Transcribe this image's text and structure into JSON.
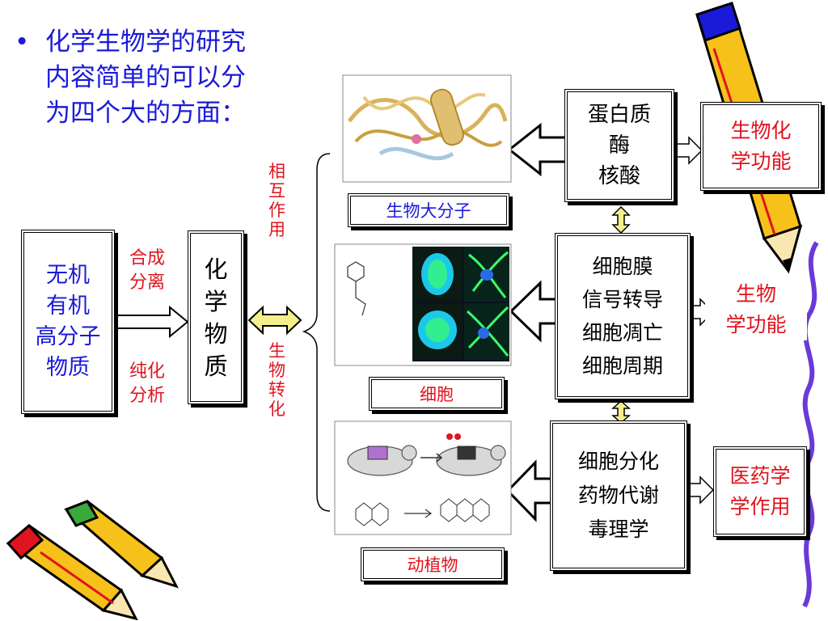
{
  "intro": {
    "bullet": "•",
    "lines": [
      "化学生物学的研究",
      "内容简单的可以分",
      "为四个大的方面："
    ]
  },
  "source": {
    "lines": [
      "无机",
      "有机",
      "高分子",
      "物质"
    ]
  },
  "process_top": {
    "lines": [
      "合成",
      "分离"
    ]
  },
  "process_bottom": {
    "lines": [
      "纯化",
      "分析"
    ]
  },
  "chem_substance": {
    "lines": [
      "化",
      "学",
      "物",
      "质"
    ]
  },
  "interaction": {
    "chars": [
      "相",
      "互",
      "作",
      "用"
    ]
  },
  "transform": {
    "chars": [
      "生",
      "物",
      "转",
      "化"
    ]
  },
  "levels": [
    {
      "label": "生物大分子",
      "content": [
        "蛋白质",
        "酶",
        "核酸"
      ],
      "function": [
        "生物化",
        "学功能"
      ]
    },
    {
      "label": "细胞",
      "content": [
        "细胞膜",
        "信号转导",
        "细胞凋亡",
        "细胞周期"
      ],
      "function": [
        "生物",
        "学功能"
      ]
    },
    {
      "label": "动植物",
      "content": [
        "细胞分化",
        "药物代谢",
        "毒理学"
      ],
      "function": [
        "医药学",
        "学作用"
      ]
    }
  ],
  "colors": {
    "intro_text": "#1a1ad8",
    "source_text": "#1a1ad8",
    "process_text": "#e0141e",
    "vertical_text": "#e0141e",
    "function_text": "#e0141e",
    "label_macro_text": "#1a1ad8",
    "label_other_text": "#e0141e",
    "double_arrow_fill": "#f4ef8a"
  },
  "icons": {
    "top_right": "pencil-icon",
    "bottom_left": "pencils-icon",
    "image_1": "protein-structure-image",
    "image_2": "cell-microscopy-image",
    "image_3": "mouse-experiment-image"
  }
}
